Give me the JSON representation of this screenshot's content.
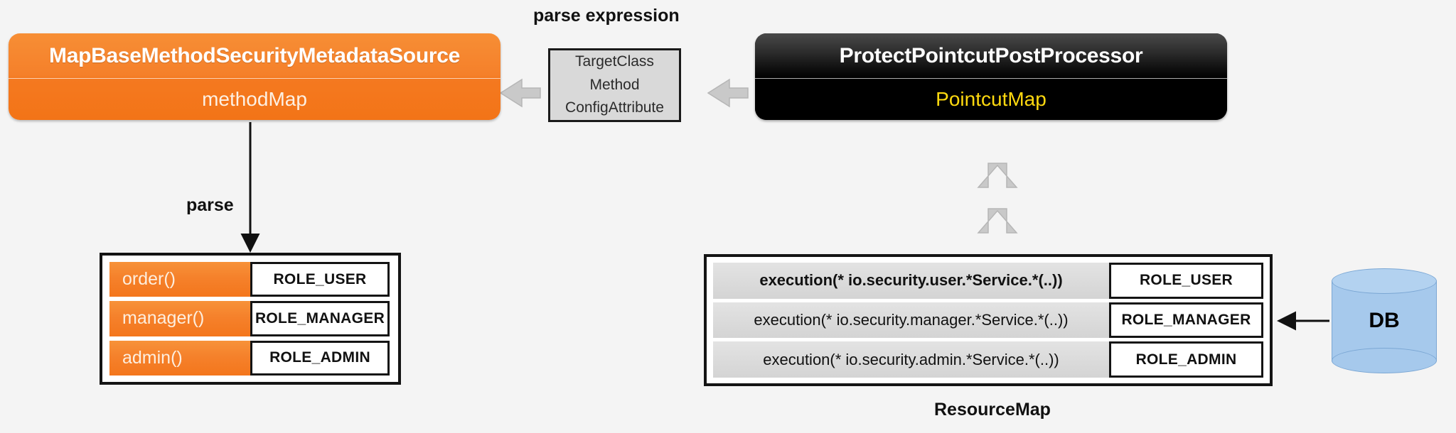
{
  "diagram": {
    "title_label": "parse expression",
    "parse_label": "parse",
    "resource_map_label": "ResourceMap",
    "colors": {
      "orange": "#F4791F",
      "black": "#000000",
      "yellow": "#FFD90F",
      "gray_box": "#D9D9D9",
      "db_blue": "#A6C9EC",
      "arrow_gray": "#C9C9C9",
      "background": "#F4F4F4"
    }
  },
  "metadata_source_card": {
    "title": "MapBaseMethodSecurityMetadataSource",
    "field": "methodMap"
  },
  "attribute_box": {
    "lines": [
      "TargetClass",
      "Method",
      "ConfigAttribute"
    ]
  },
  "post_processor_card": {
    "title": "ProtectPointcutPostProcessor",
    "field": "PointcutMap"
  },
  "method_map_table": {
    "rows": [
      {
        "key": "order()",
        "value": "ROLE_USER"
      },
      {
        "key": "manager()",
        "value": "ROLE_MANAGER"
      },
      {
        "key": "admin()",
        "value": "ROLE_ADMIN"
      }
    ]
  },
  "resource_map_table": {
    "caption": "ResourceMap",
    "rows": [
      {
        "expression": "execution(* io.security.user.*Service.*(..))",
        "value": "ROLE_USER",
        "bold": true
      },
      {
        "expression": "execution(* io.security.manager.*Service.*(..))",
        "value": "ROLE_MANAGER",
        "bold": false
      },
      {
        "expression": "execution(* io.security.admin.*Service.*(..))",
        "value": "ROLE_ADMIN",
        "bold": false
      }
    ]
  },
  "database": {
    "label": "DB"
  }
}
